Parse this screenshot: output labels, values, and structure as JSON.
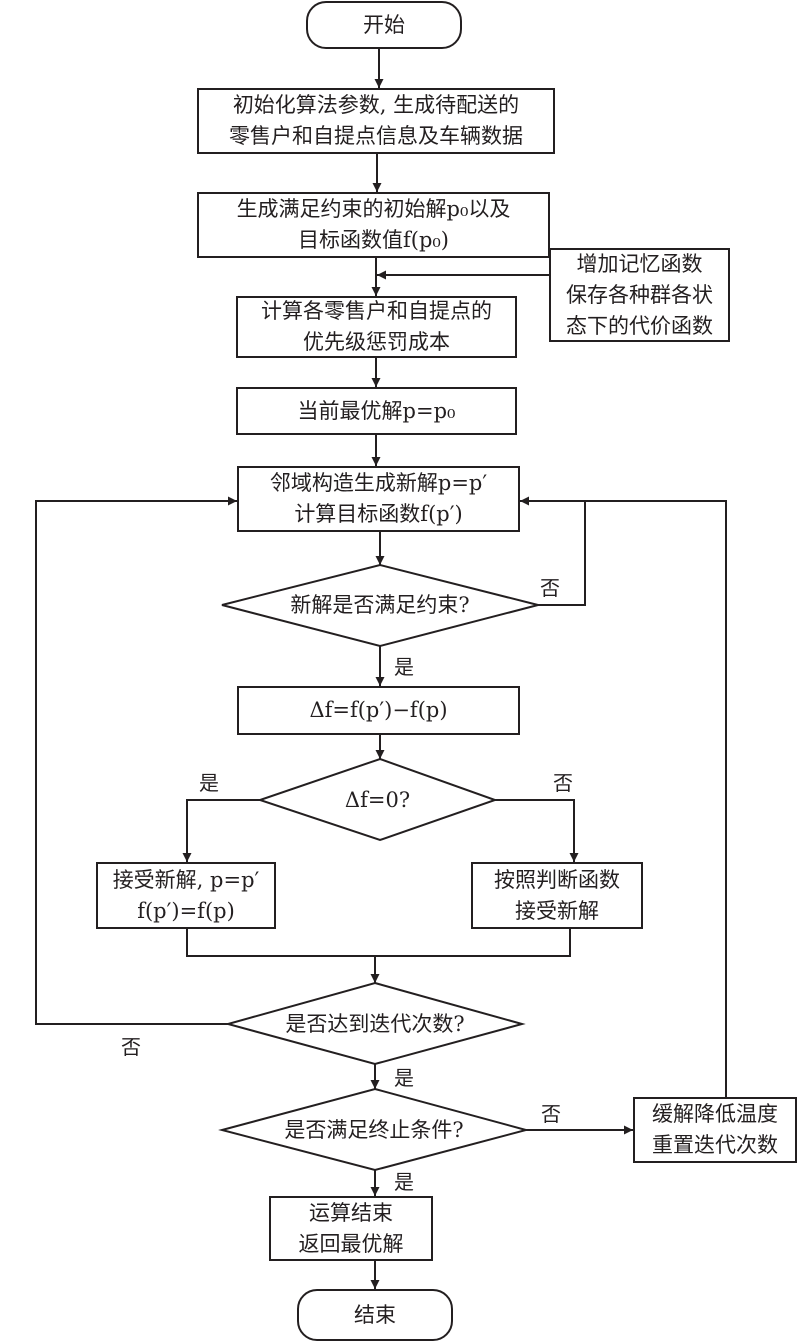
{
  "nodes": {
    "start": {
      "label": "开始"
    },
    "init": {
      "lines": [
        "初始化算法参数, 生成待配送的",
        "零售户和自提点信息及车辆数据"
      ]
    },
    "initial_solution": {
      "lines": [
        "生成满足约束的初始解p₀以及",
        "目标函数值f(p₀)"
      ]
    },
    "memory": {
      "lines": [
        "增加记忆函数",
        "保存各种群各状",
        "态下的代价函数"
      ]
    },
    "penalty": {
      "lines": [
        "计算各零售户和自提点的",
        "优先级惩罚成本"
      ]
    },
    "current_best": {
      "label": "当前最优解p=p₀"
    },
    "neighborhood": {
      "lines": [
        "邻域构造生成新解p=p′",
        "计算目标函数f(p′)"
      ]
    },
    "check_constraint": {
      "label": "新解是否满足约束?"
    },
    "delta": {
      "label": "Δf=f(p′)−f(p)"
    },
    "check_delta": {
      "label": "Δf=0?"
    },
    "accept": {
      "lines": [
        "接受新解, p=p′",
        "f(p′)=f(p)"
      ]
    },
    "judge": {
      "lines": [
        "按照判断函数",
        "接受新解"
      ]
    },
    "check_iter": {
      "label": "是否达到迭代次数?"
    },
    "check_stop": {
      "label": "是否满足终止条件?"
    },
    "cool": {
      "lines": [
        "缓解降低温度",
        "重置迭代次数"
      ]
    },
    "finish": {
      "lines": [
        "运算结束",
        "返回最优解"
      ]
    },
    "end": {
      "label": "结束"
    }
  },
  "edge_labels": {
    "constraint_no": "否",
    "constraint_yes": "是",
    "delta_yes": "是",
    "delta_no": "否",
    "iter_no": "否",
    "iter_yes": "是",
    "stop_no": "否",
    "stop_yes": "是"
  }
}
